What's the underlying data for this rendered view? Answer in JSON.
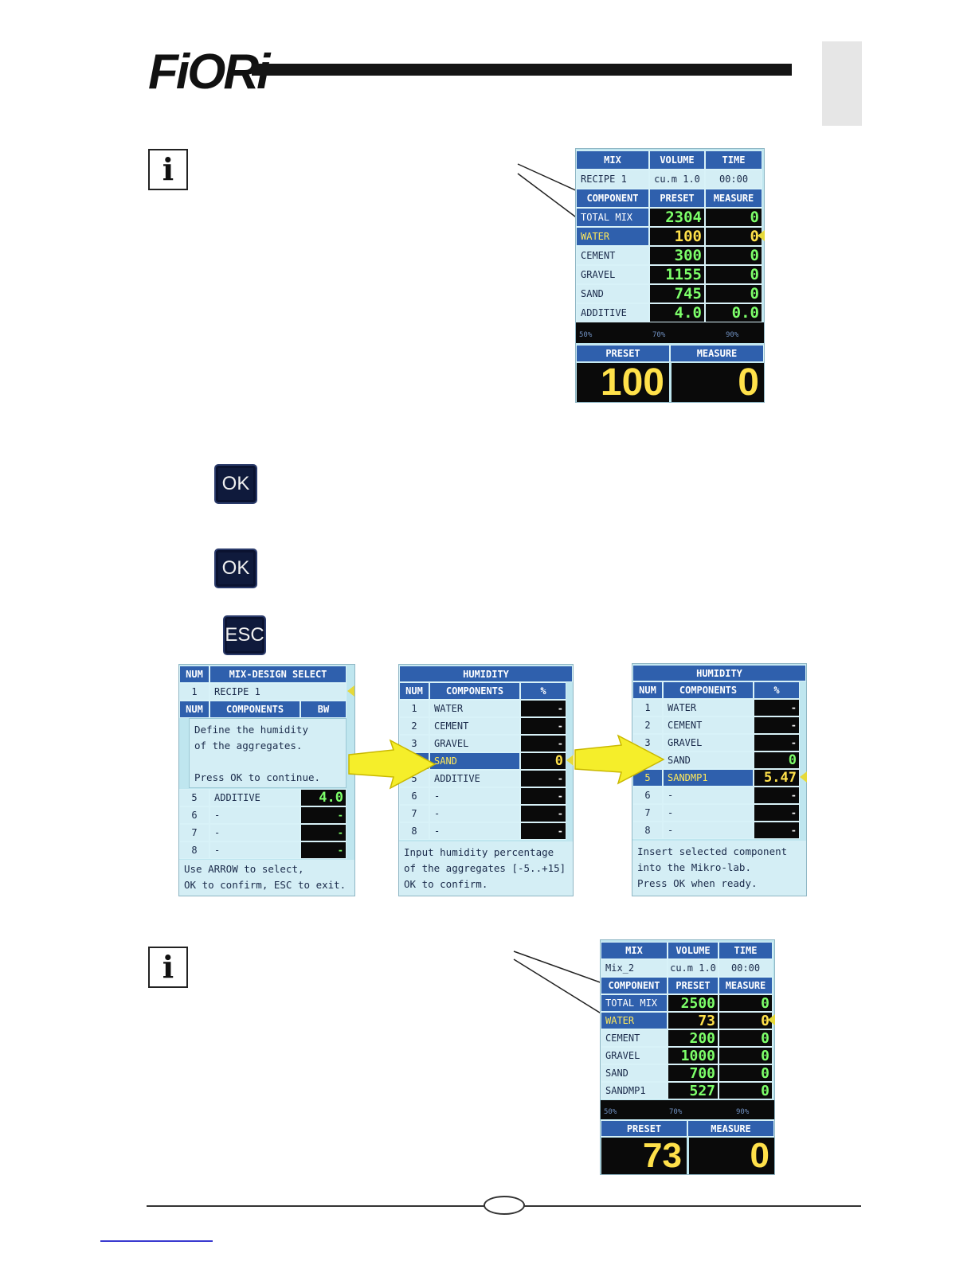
{
  "brand": {
    "logo_text": "FiORi"
  },
  "keys": {
    "ok1": "OK",
    "ok2": "OK",
    "esc": "ESC"
  },
  "info": {
    "glyph": "i"
  },
  "screen1": {
    "headers": [
      "MIX",
      "VOLUME",
      "TIME"
    ],
    "recipe": "RECIPE 1",
    "volume": "cu.m 1.0",
    "time": "00:00",
    "table_headers": [
      "COMPONENT",
      "PRESET",
      "MEASURE"
    ],
    "rows": [
      {
        "name": "TOTAL MIX",
        "preset": "2304",
        "measure": "0"
      },
      {
        "name": "WATER",
        "preset": "100",
        "measure": "0"
      },
      {
        "name": "CEMENT",
        "preset": "300",
        "measure": "0"
      },
      {
        "name": "GRAVEL",
        "preset": "1155",
        "measure": "0"
      },
      {
        "name": "SAND",
        "preset": "745",
        "measure": "0"
      },
      {
        "name": "ADDITIVE",
        "preset": "4.0",
        "measure": "0.0"
      }
    ],
    "scale": [
      "50%",
      "70%",
      "90%"
    ],
    "bottom_headers": [
      "PRESET",
      "MEASURE"
    ],
    "big_preset": "100",
    "big_measure": "0"
  },
  "screen2": {
    "headers": [
      "NUM",
      "MIX-DESIGN SELECT"
    ],
    "recipe_num": "1",
    "recipe": "RECIPE 1",
    "table_headers": [
      "NUM",
      "COMPONENTS",
      "BW"
    ],
    "popup": "Define the humidity\nof the aggregates.\n\nPress OK to continue.",
    "rows": [
      {
        "num": "5",
        "name": "ADDITIVE",
        "val": "4.0"
      },
      {
        "num": "6",
        "name": "-",
        "val": "-"
      },
      {
        "num": "7",
        "name": "-",
        "val": "-"
      },
      {
        "num": "8",
        "name": "-",
        "val": "-"
      }
    ],
    "footer": "Use ARROW to select,\nOK to confirm, ESC to exit."
  },
  "screen3": {
    "title": "HUMIDITY",
    "table_headers": [
      "NUM",
      "COMPONENTS",
      "%"
    ],
    "rows": [
      {
        "num": "1",
        "name": "WATER",
        "val": "-"
      },
      {
        "num": "2",
        "name": "CEMENT",
        "val": "-"
      },
      {
        "num": "3",
        "name": "GRAVEL",
        "val": "-"
      },
      {
        "num": "4",
        "name": "SAND",
        "val": "0"
      },
      {
        "num": "5",
        "name": "ADDITIVE",
        "val": "-"
      },
      {
        "num": "6",
        "name": "-",
        "val": "-"
      },
      {
        "num": "7",
        "name": "-",
        "val": "-"
      },
      {
        "num": "8",
        "name": "-",
        "val": "-"
      }
    ],
    "footer": "Input humidity percentage\nof the aggregates [-5..+15]\nOK to confirm."
  },
  "screen4": {
    "title": "HUMIDITY",
    "table_headers": [
      "NUM",
      "COMPONENTS",
      "%"
    ],
    "rows": [
      {
        "num": "1",
        "name": "WATER",
        "val": "-"
      },
      {
        "num": "2",
        "name": "CEMENT",
        "val": "-"
      },
      {
        "num": "3",
        "name": "GRAVEL",
        "val": "-"
      },
      {
        "num": "4",
        "name": "SAND",
        "val": "0"
      },
      {
        "num": "5",
        "name": "SANDMP1",
        "val": "5.47"
      },
      {
        "num": "6",
        "name": "-",
        "val": "-"
      },
      {
        "num": "7",
        "name": "-",
        "val": "-"
      },
      {
        "num": "8",
        "name": "-",
        "val": "-"
      }
    ],
    "footer": "Insert selected component\ninto the Mikro-lab.\nPress OK when ready."
  },
  "screen5": {
    "headers": [
      "MIX",
      "VOLUME",
      "TIME"
    ],
    "recipe": "Mix_2",
    "volume": "cu.m 1.0",
    "time": "00:00",
    "table_headers": [
      "COMPONENT",
      "PRESET",
      "MEASURE"
    ],
    "rows": [
      {
        "name": "TOTAL MIX",
        "preset": "2500",
        "measure": "0"
      },
      {
        "name": "WATER",
        "preset": "73",
        "measure": "0"
      },
      {
        "name": "CEMENT",
        "preset": "200",
        "measure": "0"
      },
      {
        "name": "GRAVEL",
        "preset": "1000",
        "measure": "0"
      },
      {
        "name": "SAND",
        "preset": "700",
        "measure": "0"
      },
      {
        "name": "SANDMP1",
        "preset": "527",
        "measure": "0"
      }
    ],
    "scale": [
      "50%",
      "70%",
      "90%"
    ],
    "bottom_headers": [
      "PRESET",
      "MEASURE"
    ],
    "big_preset": "73",
    "big_measure": "0"
  },
  "colors": {
    "header_blue": "#2f60ad",
    "screen_bg": "#bfe6ef",
    "value_green": "#7dff6a",
    "value_yellow": "#ffe14a",
    "arrow_yellow": "#f5ee2a"
  }
}
